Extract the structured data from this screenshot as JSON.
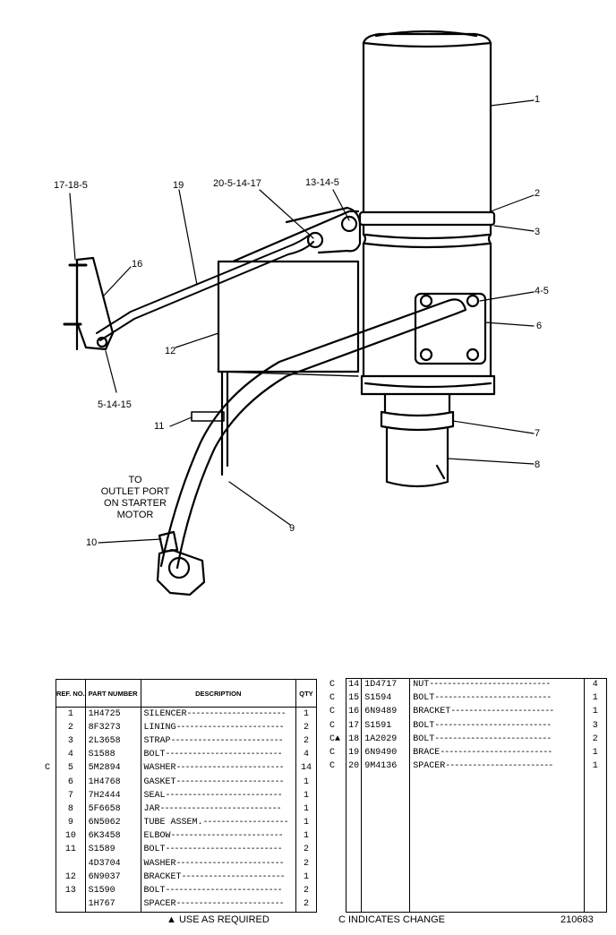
{
  "callouts": [
    {
      "id": "c1",
      "text": "1"
    },
    {
      "id": "c2",
      "text": "2"
    },
    {
      "id": "c3",
      "text": "3"
    },
    {
      "id": "c4",
      "text": "4-5"
    },
    {
      "id": "c6",
      "text": "6"
    },
    {
      "id": "c7",
      "text": "7"
    },
    {
      "id": "c8",
      "text": "8"
    },
    {
      "id": "c9",
      "text": "9"
    },
    {
      "id": "c10",
      "text": "10"
    },
    {
      "id": "c11",
      "text": "11"
    },
    {
      "id": "c12",
      "text": "12"
    },
    {
      "id": "c13",
      "text": "13-14-5"
    },
    {
      "id": "c16",
      "text": "16"
    },
    {
      "id": "c17",
      "text": "17-18-5"
    },
    {
      "id": "c19",
      "text": "19"
    },
    {
      "id": "c20",
      "text": "20-5-14-17"
    },
    {
      "id": "c5",
      "text": "5-14-15"
    }
  ],
  "note": [
    "TO",
    "OUTLET PORT",
    "ON STARTER",
    "MOTOR"
  ],
  "table_headers": {
    "ref": "REF. NO.",
    "part": "PART NUMBER",
    "desc": "DESCRIPTION",
    "qty": "QTY"
  },
  "left_rows": [
    {
      "change": "",
      "ref": "1",
      "part": "1H4725",
      "desc": "SILENCER",
      "qty": "1"
    },
    {
      "change": "",
      "ref": "2",
      "part": "8F3273",
      "desc": "LINING",
      "qty": "2"
    },
    {
      "change": "",
      "ref": "3",
      "part": "2L3658",
      "desc": "STRAP",
      "qty": "2"
    },
    {
      "change": "",
      "ref": "4",
      "part": "S1588",
      "desc": "BOLT",
      "qty": "4"
    },
    {
      "change": "C",
      "ref": "5",
      "part": "5M2894",
      "desc": "WASHER",
      "qty": "14"
    },
    {
      "change": "",
      "ref": "6",
      "part": "1H4768",
      "desc": "GASKET",
      "qty": "1"
    },
    {
      "change": "",
      "ref": "7",
      "part": "7H2444",
      "desc": "SEAL",
      "qty": "1"
    },
    {
      "change": "",
      "ref": "8",
      "part": "5F6658",
      "desc": "JAR",
      "qty": "1"
    },
    {
      "change": "",
      "ref": "9",
      "part": "6N5062",
      "desc": "TUBE ASSEM.",
      "qty": "1"
    },
    {
      "change": "",
      "ref": "10",
      "part": "6K3458",
      "desc": "ELBOW",
      "qty": "1"
    },
    {
      "change": "",
      "ref": "11",
      "part": "S1589",
      "desc": "BOLT",
      "qty": "2"
    },
    {
      "change": "",
      "ref": "",
      "part": "4D3704",
      "desc": "WASHER",
      "qty": "2"
    },
    {
      "change": "",
      "ref": "12",
      "part": "6N9037",
      "desc": "BRACKET",
      "qty": "1"
    },
    {
      "change": "",
      "ref": "13",
      "part": "S1590",
      "desc": "BOLT",
      "qty": "2"
    },
    {
      "change": "",
      "ref": "",
      "part": "1H767",
      "desc": "SPACER",
      "qty": "2"
    }
  ],
  "right_rows": [
    {
      "change": "C",
      "ref": "14",
      "part": "1D4717",
      "desc": "NUT",
      "qty": "4"
    },
    {
      "change": "C",
      "ref": "15",
      "part": "S1594",
      "desc": "BOLT",
      "qty": "1"
    },
    {
      "change": "C",
      "ref": "16",
      "part": "6N9489",
      "desc": "BRACKET",
      "qty": "1"
    },
    {
      "change": "C",
      "ref": "17",
      "part": "S1591",
      "desc": "BOLT",
      "qty": "3"
    },
    {
      "change": "C▲",
      "ref": "18",
      "part": "1A2029",
      "desc": "BOLT",
      "qty": "2"
    },
    {
      "change": "C",
      "ref": "19",
      "part": "6N9490",
      "desc": "BRACE",
      "qty": "1"
    },
    {
      "change": "C",
      "ref": "20",
      "part": "9M4136",
      "desc": "SPACER",
      "qty": "1"
    }
  ],
  "footer": {
    "use_as_required": "▲ USE AS REQUIRED",
    "indicates_change": "C INDICATES CHANGE",
    "plate_number": "210683"
  }
}
